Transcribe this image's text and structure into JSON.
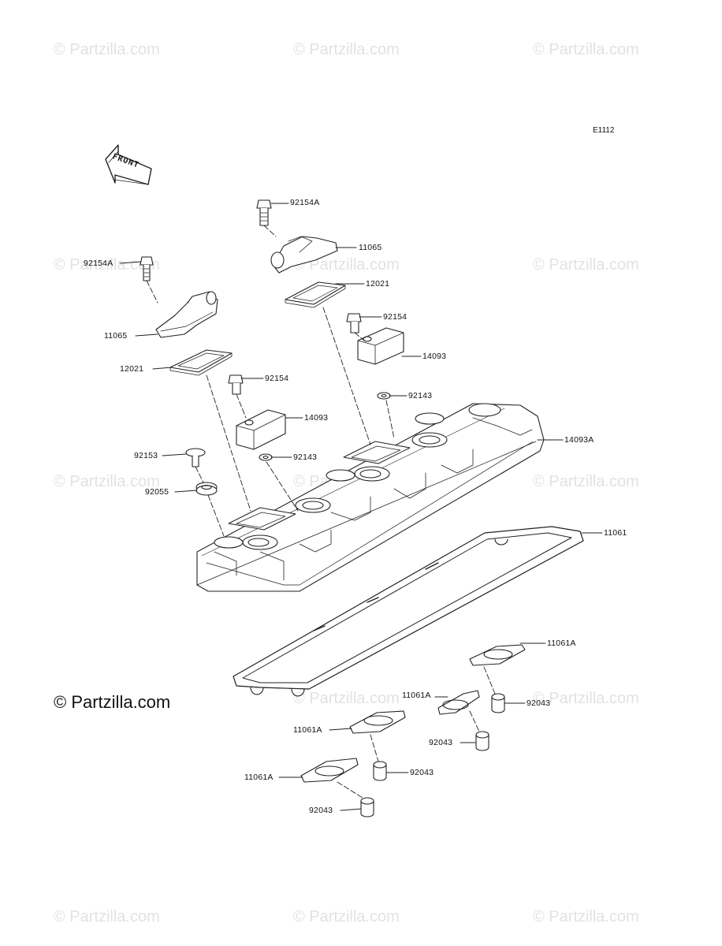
{
  "diagram": {
    "ref_code": "E1112",
    "front_label": "FRONT",
    "copyright": "© Partzilla.com",
    "watermark": "© Partzilla.com",
    "parts": [
      {
        "id": "p-92154A-top",
        "label": "92154A"
      },
      {
        "id": "p-11065-top",
        "label": "11065"
      },
      {
        "id": "p-92154A-left",
        "label": "92154A"
      },
      {
        "id": "p-12021-top",
        "label": "12021"
      },
      {
        "id": "p-11065-left",
        "label": "11065"
      },
      {
        "id": "p-92154-right",
        "label": "92154"
      },
      {
        "id": "p-12021-left",
        "label": "12021"
      },
      {
        "id": "p-14093-right",
        "label": "14093"
      },
      {
        "id": "p-92154-left",
        "label": "92154"
      },
      {
        "id": "p-92143-right",
        "label": "92143"
      },
      {
        "id": "p-14093-left",
        "label": "14093"
      },
      {
        "id": "p-14093A",
        "label": "14093A"
      },
      {
        "id": "p-92153",
        "label": "92153"
      },
      {
        "id": "p-92143-left",
        "label": "92143"
      },
      {
        "id": "p-92055",
        "label": "92055"
      },
      {
        "id": "p-11061",
        "label": "11061"
      },
      {
        "id": "p-11061A-1",
        "label": "11061A"
      },
      {
        "id": "p-11061A-2",
        "label": "11061A"
      },
      {
        "id": "p-92043-1",
        "label": "92043"
      },
      {
        "id": "p-11061A-3",
        "label": "11061A"
      },
      {
        "id": "p-92043-2",
        "label": "92043"
      },
      {
        "id": "p-92043-3",
        "label": "92043"
      },
      {
        "id": "p-11061A-4",
        "label": "11061A"
      },
      {
        "id": "p-92043-4",
        "label": "92043"
      }
    ]
  }
}
